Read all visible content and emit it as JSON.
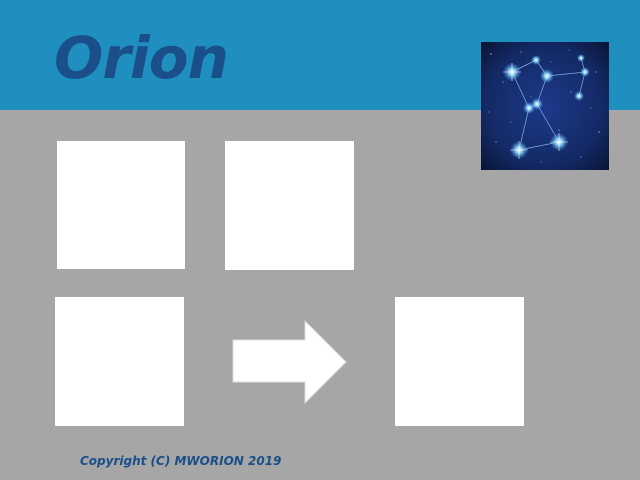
{
  "header": {
    "title": "Orion",
    "background_color": "#1f8fc0",
    "title_color": "#1a4f8a"
  },
  "slide": {
    "background_color": "#a6a6a6",
    "tiles": [
      {
        "name": "tile-1",
        "content": ""
      },
      {
        "name": "tile-2",
        "content": ""
      },
      {
        "name": "tile-3",
        "content": ""
      },
      {
        "name": "tile-4",
        "content": ""
      }
    ],
    "arrow": {
      "icon": "right-arrow-icon",
      "color": "#ffffff"
    },
    "image": {
      "icon": "orion-constellation-image",
      "sky_color": "#0f1e4a",
      "star_color": "#9fe3ff"
    }
  },
  "footer": {
    "copyright": "Copyright (C) MWORION 2019"
  }
}
